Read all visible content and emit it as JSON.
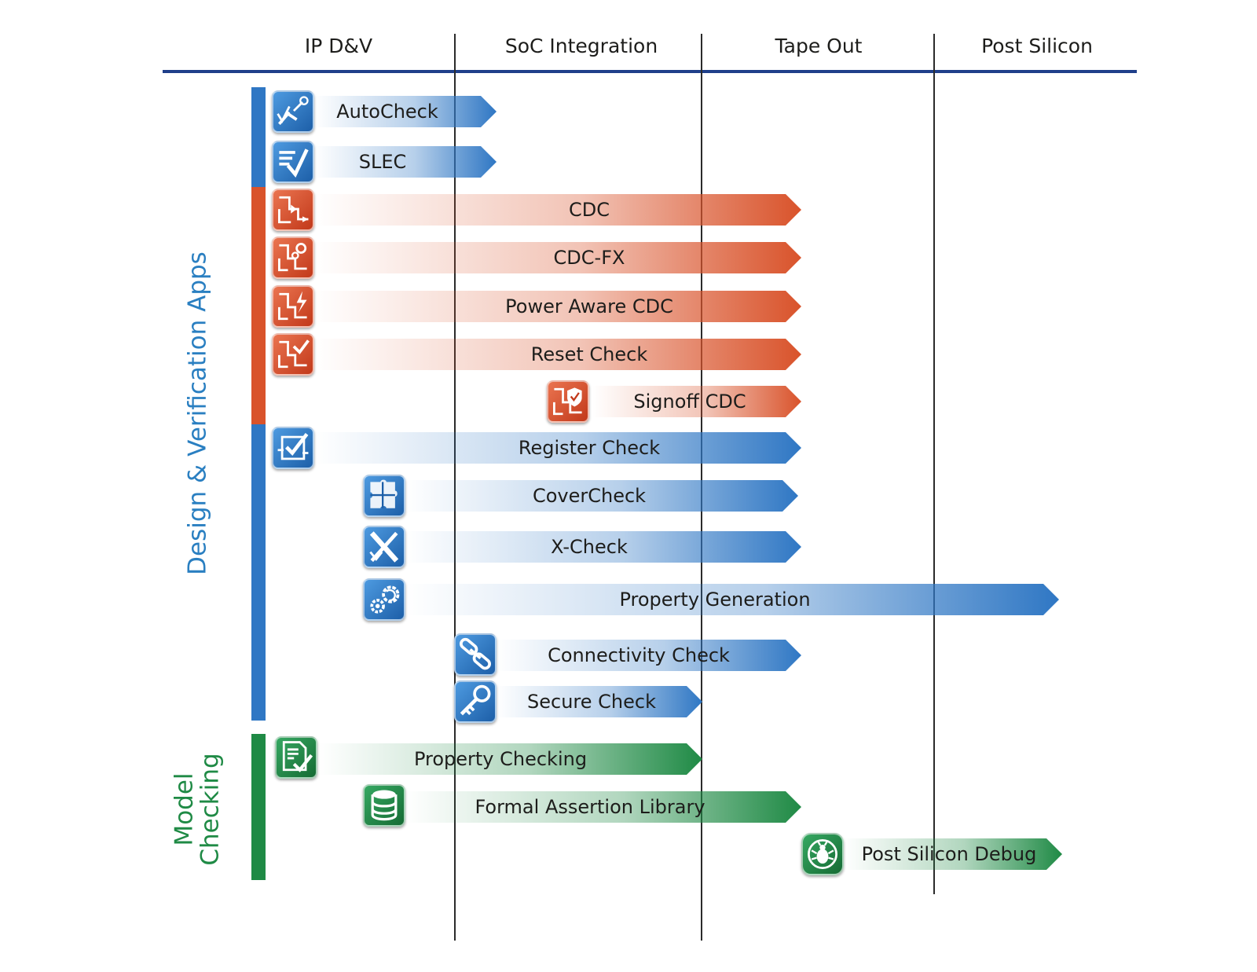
{
  "phases": [
    "IP D&V",
    "SoC Integration",
    "Tape Out",
    "Post Silicon"
  ],
  "categories": [
    {
      "label": "Design & Verification Apps"
    },
    {
      "label_lines": [
        "Model",
        "Checking"
      ]
    }
  ],
  "colors": {
    "header_rule": "#1f3f8a",
    "blue": "#2f77c4",
    "orange": "#d9532b",
    "green": "#1f8a45",
    "category_blue": "#2a7fc1",
    "category_green": "#1f8a45"
  },
  "tools": [
    {
      "label": "AutoCheck",
      "color": "blue",
      "icon": "robot-arm-check-icon"
    },
    {
      "label": "SLEC",
      "color": "blue",
      "icon": "list-check-icon"
    },
    {
      "label": "CDC",
      "color": "orange",
      "icon": "clock-domain-crossing-icon"
    },
    {
      "label": "CDC-FX",
      "color": "orange",
      "icon": "clock-domain-gears-icon"
    },
    {
      "label": "Power Aware CDC",
      "color": "orange",
      "icon": "clock-domain-power-icon"
    },
    {
      "label": "Reset Check",
      "color": "orange",
      "icon": "clock-domain-reset-icon"
    },
    {
      "label": "Signoff CDC",
      "color": "orange",
      "icon": "clock-domain-shield-icon"
    },
    {
      "label": "Register Check",
      "color": "blue",
      "icon": "register-check-icon"
    },
    {
      "label": "CoverCheck",
      "color": "blue",
      "icon": "puzzle-icon"
    },
    {
      "label": "X-Check",
      "color": "blue",
      "icon": "x-check-icon"
    },
    {
      "label": "Property Generation",
      "color": "blue",
      "icon": "gears-refresh-icon"
    },
    {
      "label": "Connectivity Check",
      "color": "blue",
      "icon": "chain-link-icon"
    },
    {
      "label": "Secure Check",
      "color": "blue",
      "icon": "key-icon"
    },
    {
      "label": "Property Checking",
      "color": "green",
      "icon": "document-check-icon"
    },
    {
      "label": "Formal Assertion Library",
      "color": "green",
      "icon": "database-icon"
    },
    {
      "label": "Post Silicon Debug",
      "color": "green",
      "icon": "bug-icon"
    }
  ]
}
